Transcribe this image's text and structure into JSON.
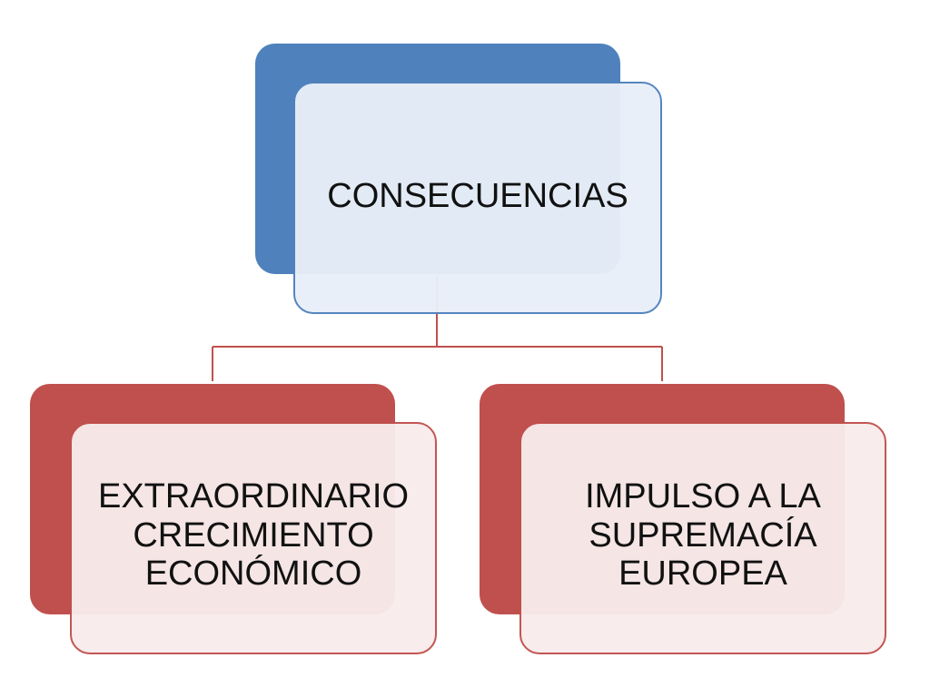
{
  "diagram": {
    "root": {
      "label": "CONSECUENCIAS"
    },
    "children": [
      {
        "label": "EXTRAORDINARIO\nCRECIMIENTO\nECONÓMICO"
      },
      {
        "label": "IMPULSO A LA\nSUPREMACÍA\nEUROPEA"
      }
    ]
  },
  "colors": {
    "root_back": "#4f81bd",
    "root_front_fill": "#e9eff8",
    "root_border": "#4f81bd",
    "child_back": "#c0504d",
    "child_front_fill": "#f8ecec",
    "child_border": "#c0504d",
    "connector": "#c0504d"
  }
}
